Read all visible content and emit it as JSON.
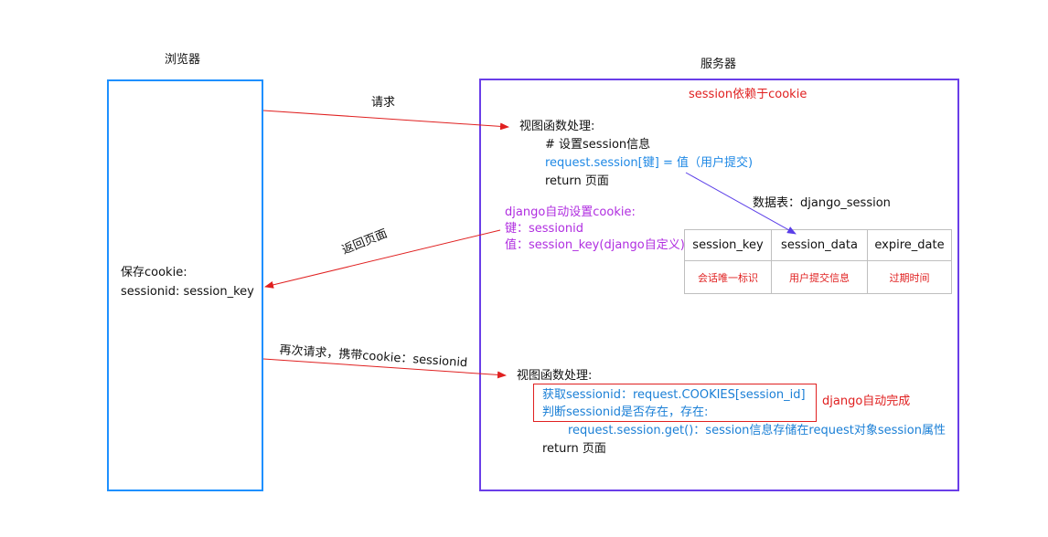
{
  "browser": {
    "title": "浏览器",
    "save_cookie": "保存cookie:",
    "session_line": "sessionid: session_key"
  },
  "server": {
    "title": "服务器",
    "note_top": "session依赖于cookie",
    "view1": {
      "heading": "视图函数处理:",
      "comment": "# 设置session信息",
      "code": "request.session[键] = 值（用户提交)",
      "return": "return 页面"
    },
    "table_title": "数据表：django_session",
    "table": {
      "headers": [
        "session_key",
        "session_data",
        "expire_date"
      ],
      "cells": [
        "会话唯一标识",
        "用户提交信息",
        "过期时间"
      ]
    },
    "django_cookie": {
      "line1": "django自动设置cookie:",
      "line2": "键：sessionid",
      "line3": "值：session_key(django自定义)"
    },
    "view2": {
      "heading": "视图函数处理:",
      "get_id": "获取sessionid：request.COOKIES[session_id]",
      "check": "判断sessionid是否存在，存在:",
      "session_get": "request.session.get()：session信息存储在request对象session属性",
      "return": "return 页面"
    },
    "auto_done": "django自动完成"
  },
  "arrows": {
    "request": "请求",
    "return_page": "返回页面",
    "request_again": "再次请求，携带cookie：sessionid"
  },
  "colors": {
    "browser_border": "#1e90ff",
    "server_border": "#6a3ee8",
    "red": "#e02020",
    "blue": "#1e88e5",
    "purple": "#b02ee0"
  }
}
